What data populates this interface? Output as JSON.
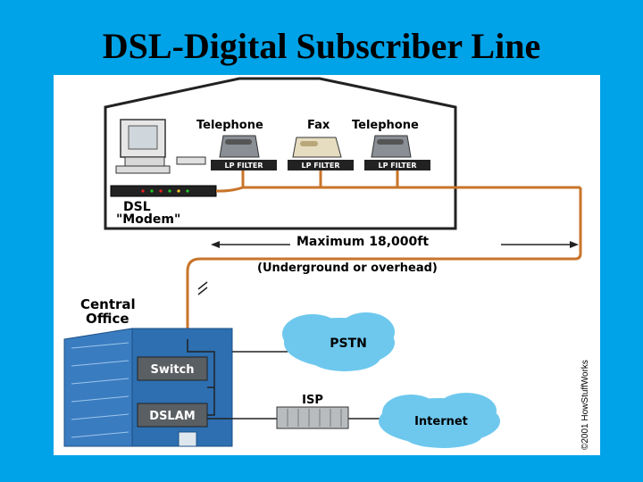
{
  "slide": {
    "title": "DSL-Digital Subscriber Line"
  },
  "house": {
    "devices": [
      "Telephone",
      "Fax",
      "Telephone"
    ],
    "filter_label": "LP FILTER",
    "modem_label_line1": "DSL",
    "modem_label_line2": "\"Modem\""
  },
  "link": {
    "distance_label": "Maximum 18,000ft",
    "route_label": "(Underground or overhead)"
  },
  "central_office": {
    "label_line1": "Central",
    "label_line2": "Office",
    "switch_label": "Switch",
    "dslam_label": "DSLAM"
  },
  "networks": {
    "pstn": "PSTN",
    "isp": "ISP",
    "internet": "Internet"
  },
  "copyright": "©2001 HowStuffWorks",
  "colors": {
    "background": "#00a3e8",
    "wire": "#c8742a",
    "cloud": "#6ec8ee",
    "building": "#2d6fb0"
  }
}
